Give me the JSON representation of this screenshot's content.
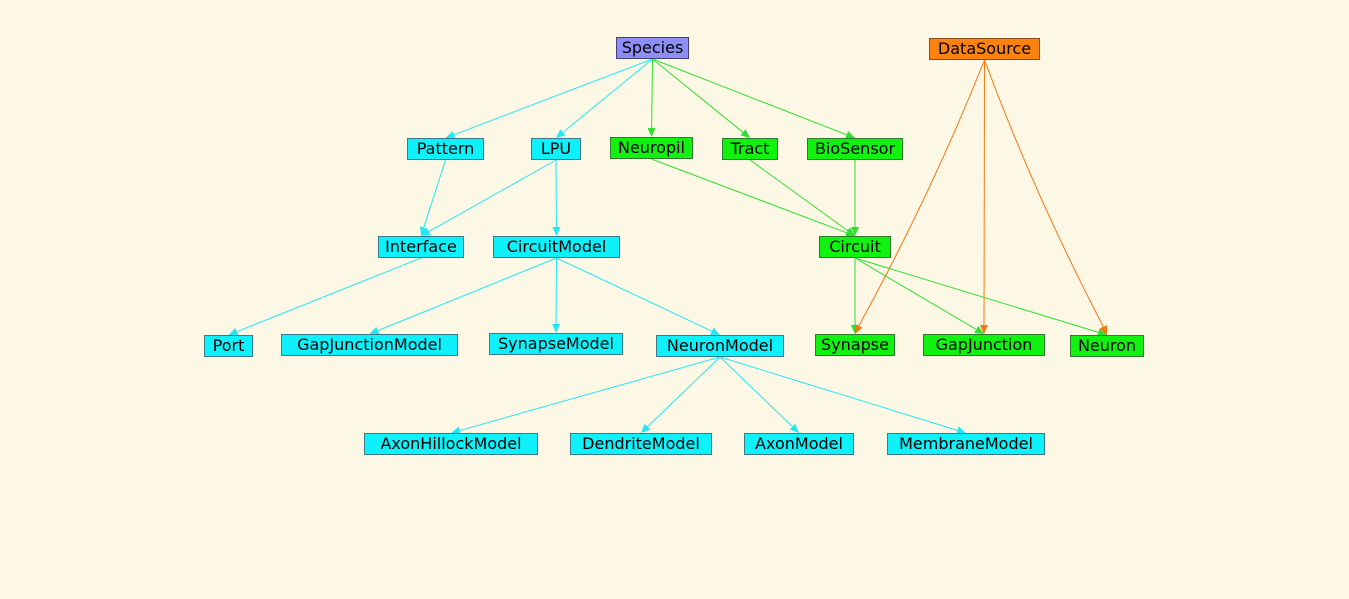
{
  "colors": {
    "background": "#fdf8e6",
    "nfds": "#0ef0fa",
    "bio": "#11f211",
    "source": "#fb820f",
    "species": "#8d8ef5",
    "edge_cyan": "#22e8f4",
    "edge_green": "#2ee02e",
    "edge_orange": "#f07a10"
  },
  "nodes": {
    "species": "Species",
    "datasource": "DataSource",
    "pattern": "Pattern",
    "lpu": "LPU",
    "neuropil": "Neuropil",
    "tract": "Tract",
    "biosensor": "BioSensor",
    "interface": "Interface",
    "circuitmodel": "CircuitModel",
    "circuit": "Circuit",
    "port": "Port",
    "gapjunctionmodel": "GapJunctionModel",
    "synapsemodel": "SynapseModel",
    "neuronmodel": "NeuronModel",
    "synapse": "Synapse",
    "gapjunction": "GapJunction",
    "neuron": "Neuron",
    "axonhillockmodel": "AxonHillockModel",
    "dendritemodel": "DendriteModel",
    "axonmodel": "AxonModel",
    "membranemodel": "MembraneModel"
  },
  "edges": [
    {
      "from": "species",
      "to": "pattern",
      "color": "cyan"
    },
    {
      "from": "species",
      "to": "lpu",
      "color": "cyan"
    },
    {
      "from": "species",
      "to": "neuropil",
      "color": "green"
    },
    {
      "from": "species",
      "to": "tract",
      "color": "green"
    },
    {
      "from": "species",
      "to": "biosensor",
      "color": "green"
    },
    {
      "from": "pattern",
      "to": "interface",
      "color": "cyan"
    },
    {
      "from": "lpu",
      "to": "interface",
      "color": "cyan"
    },
    {
      "from": "lpu",
      "to": "circuitmodel",
      "color": "cyan"
    },
    {
      "from": "neuropil",
      "to": "circuit",
      "color": "green"
    },
    {
      "from": "tract",
      "to": "circuit",
      "color": "green"
    },
    {
      "from": "biosensor",
      "to": "circuit",
      "color": "green"
    },
    {
      "from": "interface",
      "to": "port",
      "color": "cyan"
    },
    {
      "from": "circuitmodel",
      "to": "gapjunctionmodel",
      "color": "cyan"
    },
    {
      "from": "circuitmodel",
      "to": "synapsemodel",
      "color": "cyan"
    },
    {
      "from": "circuitmodel",
      "to": "neuronmodel",
      "color": "cyan"
    },
    {
      "from": "circuit",
      "to": "synapse",
      "color": "green"
    },
    {
      "from": "circuit",
      "to": "gapjunction",
      "color": "green"
    },
    {
      "from": "circuit",
      "to": "neuron",
      "color": "green"
    },
    {
      "from": "datasource",
      "to": "synapse",
      "color": "orange",
      "curve": true
    },
    {
      "from": "datasource",
      "to": "gapjunction",
      "color": "orange"
    },
    {
      "from": "datasource",
      "to": "neuron",
      "color": "orange",
      "curve": true
    },
    {
      "from": "neuronmodel",
      "to": "axonhillockmodel",
      "color": "cyan"
    },
    {
      "from": "neuronmodel",
      "to": "dendritemodel",
      "color": "cyan"
    },
    {
      "from": "neuronmodel",
      "to": "axonmodel",
      "color": "cyan"
    },
    {
      "from": "neuronmodel",
      "to": "membranemodel",
      "color": "cyan"
    }
  ]
}
